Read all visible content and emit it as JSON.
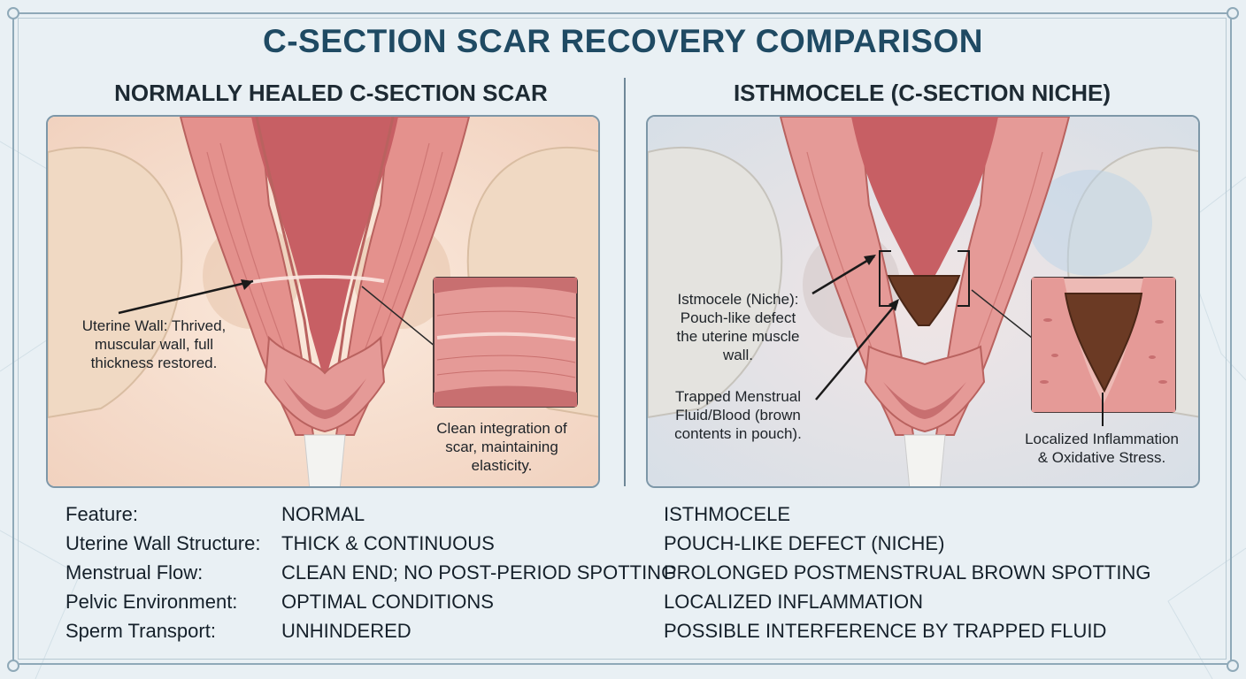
{
  "title": "C-SECTION SCAR RECOVERY COMPARISON",
  "left_panel": {
    "heading": "NORMALLY HEALED C-SECTION SCAR",
    "label_wall": "Uterine Wall: Thrived, muscular wall, full thickness restored.",
    "label_wall_lines": [
      "Uterine Wall: Thrived,",
      "muscular wall, full",
      "thickness restored."
    ],
    "label_integration_lines": [
      "Clean integration of",
      "scar, maintaining",
      "elasticity."
    ]
  },
  "right_panel": {
    "heading": "ISTHMOCELE (C-SECTION NICHE)",
    "label_niche_lines": [
      "Istmocele (Niche):",
      "Pouch-like defect",
      "the uterine muscle",
      "wall."
    ],
    "label_trapped_lines": [
      "Trapped Menstrual",
      "Fluid/Blood (brown",
      "contents in pouch)."
    ],
    "label_inflammation_lines": [
      "Localized Inflammation",
      "& Oxidative Stress."
    ]
  },
  "comparison_table": {
    "rows": [
      {
        "feature": "Feature:",
        "normal": "NORMAL",
        "isthmocele": "ISTHMOCELE"
      },
      {
        "feature": "Uterine Wall Structure:",
        "normal": "THICK & CONTINUOUS",
        "isthmocele": "POUCH-LIKE DEFECT (NICHE)"
      },
      {
        "feature": "Menstrual Flow:",
        "normal": "CLEAN END; NO POST-PERIOD SPOTTING",
        "isthmocele": "PROLONGED POSTMENSTRUAL BROWN SPOTTING"
      },
      {
        "feature": "Pelvic Environment:",
        "normal": "OPTIMAL CONDITIONS",
        "isthmocele": "LOCALIZED INFLAMMATION"
      },
      {
        "feature": "Sperm Transport:",
        "normal": "UNHINDERED",
        "isthmocele": "POSSIBLE INTERFERENCE BY TRAPPED FLUID"
      }
    ]
  },
  "colors": {
    "title": "#1f4a63",
    "frame": "#8fa9b8",
    "tissue": "#e59a97",
    "tissue_dark": "#c86f70",
    "cavity": "#c75f64",
    "trapped_fluid": "#6b3a24",
    "bone": "#ede4d6"
  }
}
